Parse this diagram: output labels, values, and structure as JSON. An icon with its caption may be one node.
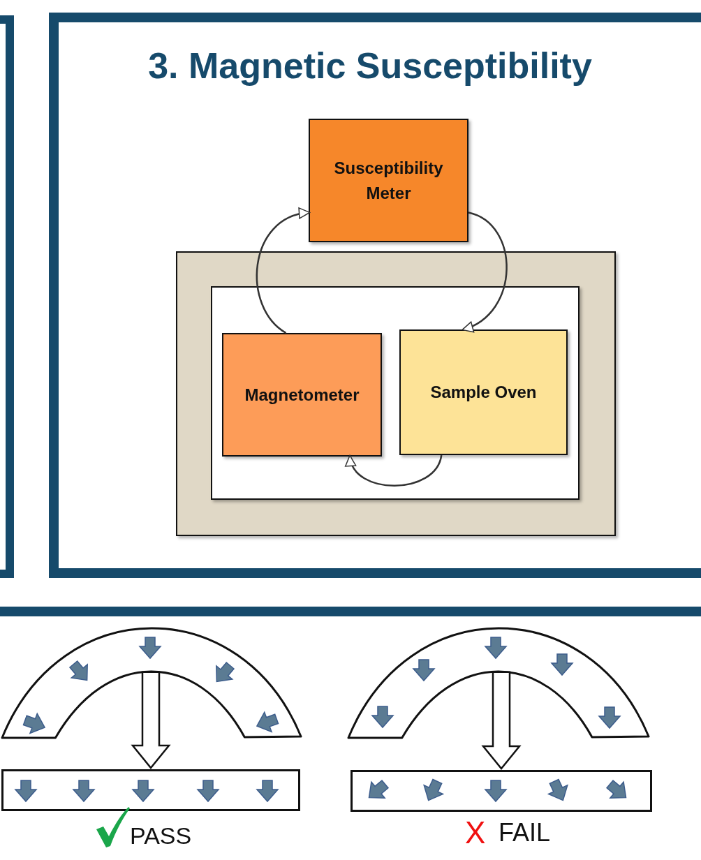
{
  "diagram": {
    "title": "3. Magnetic Susceptibility",
    "nodes": [
      {
        "text": [
          "Susceptibility Meter"
        ]
      },
      {
        "text": [],
        "shape": "box"
      },
      {
        "text": [],
        "shape": "box",
        "in": 1
      },
      {
        "text": [
          "Magnetometer"
        ],
        "in": 2
      },
      {
        "text": [
          "Sample Oven"
        ],
        "in": 2
      },
      {
        "text": [],
        "shape": "arch"
      },
      {
        "text": [],
        "shape": "bar"
      },
      {
        "text": [],
        "shape": "arch"
      },
      {
        "text": [],
        "shape": "bar"
      }
    ],
    "edges": [
      {
        "from": 3,
        "to": 0,
        "arrow": "to"
      },
      {
        "from": 0,
        "to": 4,
        "arrow": "to"
      },
      {
        "from": 4,
        "to": 3,
        "arrow": "to"
      },
      {
        "from": 5,
        "to": 6,
        "arrow": "to"
      },
      {
        "from": 7,
        "to": 8,
        "arrow": "to"
      }
    ],
    "labels": [
      "PASS",
      "X",
      "FAIL"
    ]
  }
}
